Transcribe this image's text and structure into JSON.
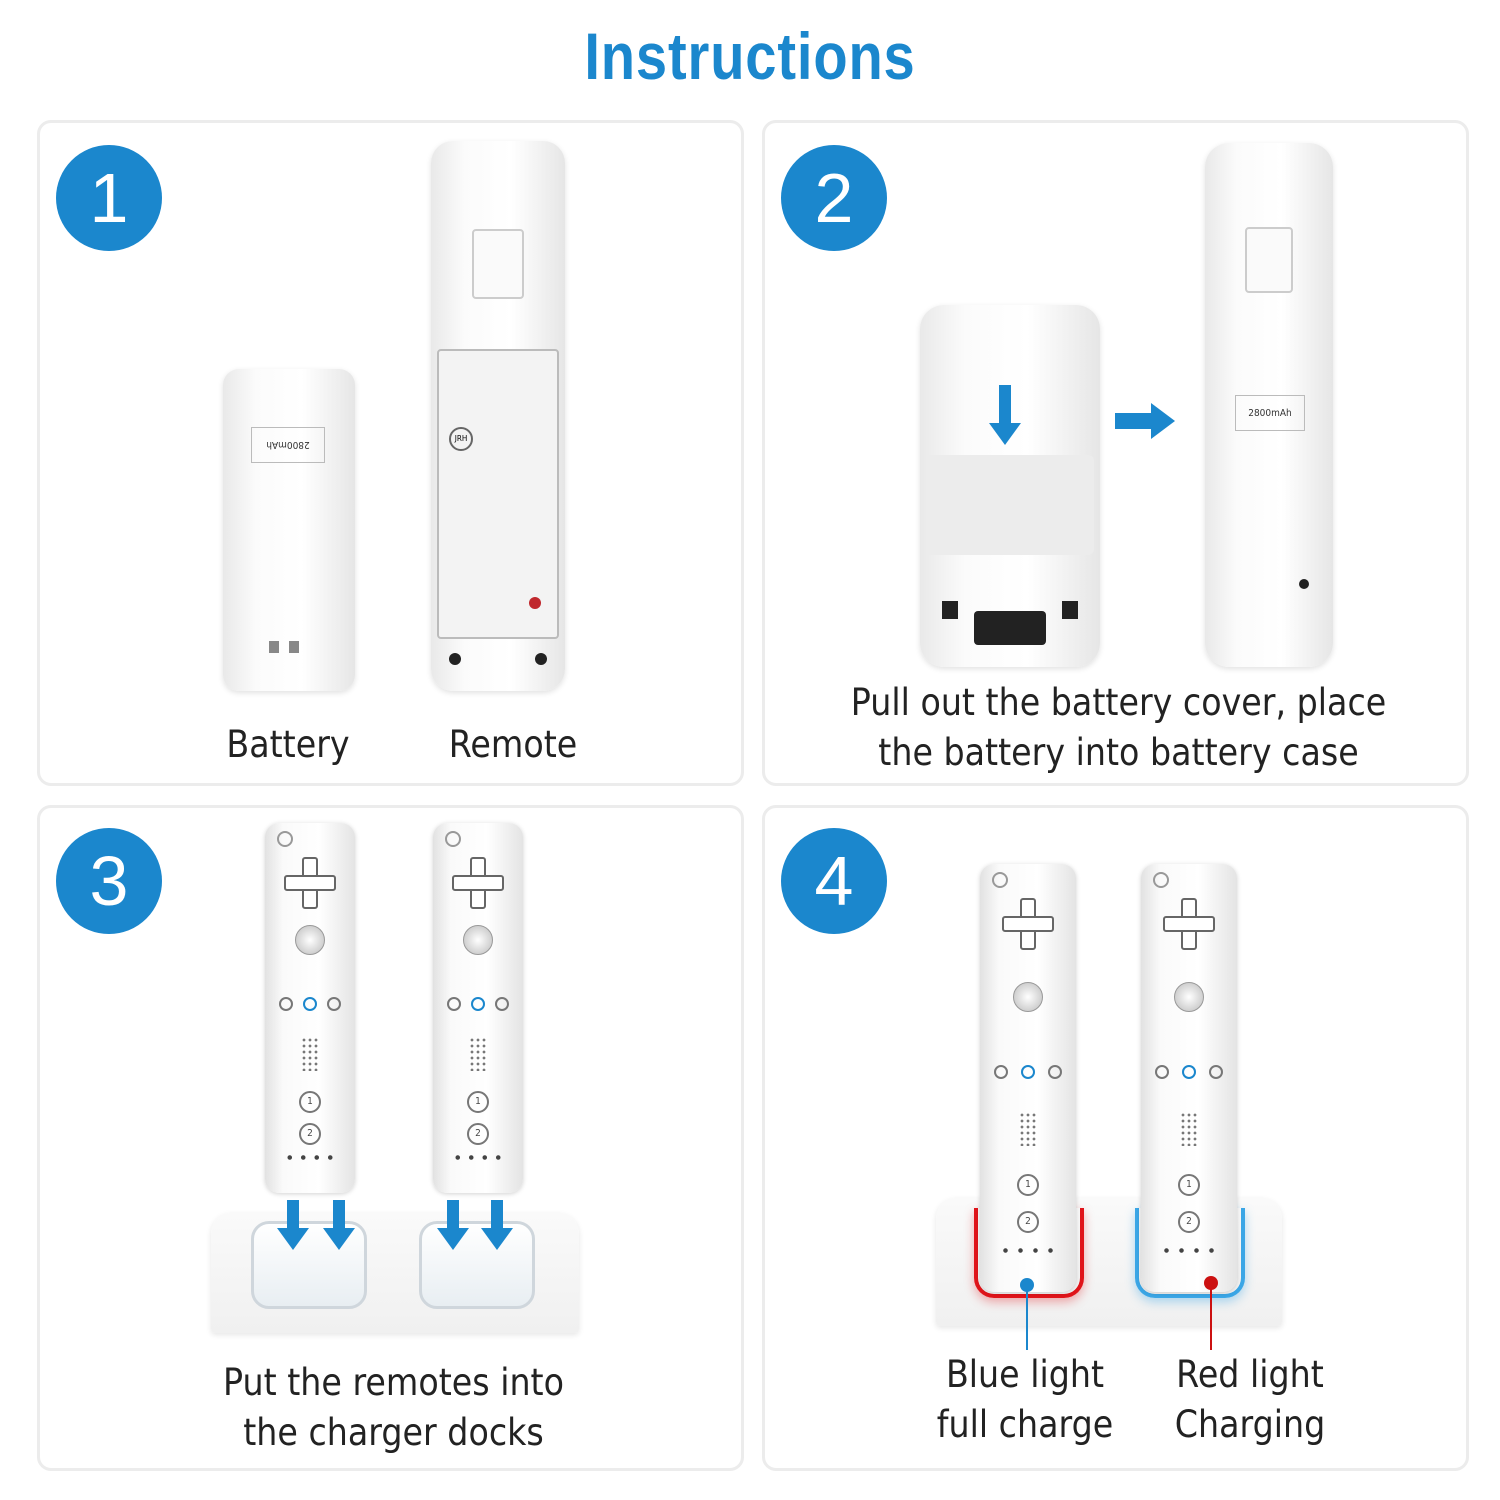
{
  "title": "Instructions",
  "colors": {
    "accent": "#1b87cd",
    "blue_light": "#1b87cd",
    "red_light": "#cc1111"
  },
  "steps": [
    {
      "number": "1",
      "labels": {
        "battery": "Battery",
        "remote": "Remote"
      }
    },
    {
      "number": "2",
      "caption_line1": "Pull out the battery cover, place",
      "caption_line2": "the battery into battery case",
      "battery_label": "2800mAh"
    },
    {
      "number": "3",
      "caption_line1": "Put the remotes into",
      "caption_line2": "the charger docks"
    },
    {
      "number": "4",
      "blue": {
        "line1": "Blue light",
        "line2": "full charge"
      },
      "red": {
        "line1": "Red light",
        "line2": "Charging"
      }
    }
  ],
  "remote_buttons": {
    "a": "A",
    "one": "1",
    "two": "2"
  }
}
